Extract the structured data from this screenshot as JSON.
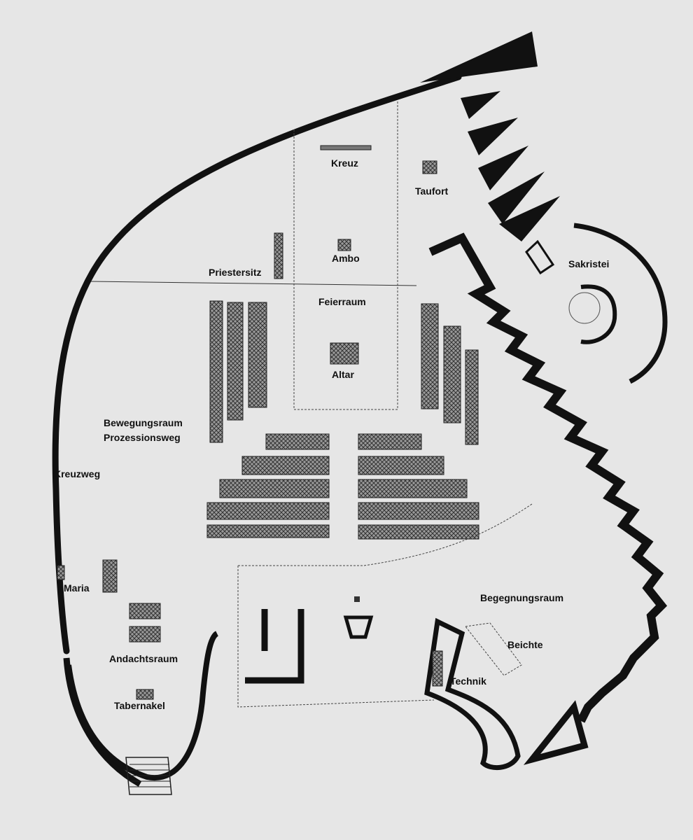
{
  "labels": {
    "kreuz": "Kreuz",
    "taufort": "Taufort",
    "ambo": "Ambo",
    "priestersitz": "Priestersitz",
    "feierraum": "Feierraum",
    "altar": "Altar",
    "sakristei": "Sakristei",
    "bewegungsraum": "Bewegungsraum",
    "prozessionsweg": "Prozessionsweg",
    "kreuzweg": "Kreuzweg",
    "maria": "Maria",
    "andachtsraum": "Andachtsraum",
    "tabernakel": "Tabernakel",
    "begegnungsraum": "Begegnungsraum",
    "beichte": "Beichte",
    "technik": "Technik"
  },
  "colors": {
    "paper": "#e6e6e6",
    "ink": "#111111",
    "pew": "#7a7a7a"
  }
}
